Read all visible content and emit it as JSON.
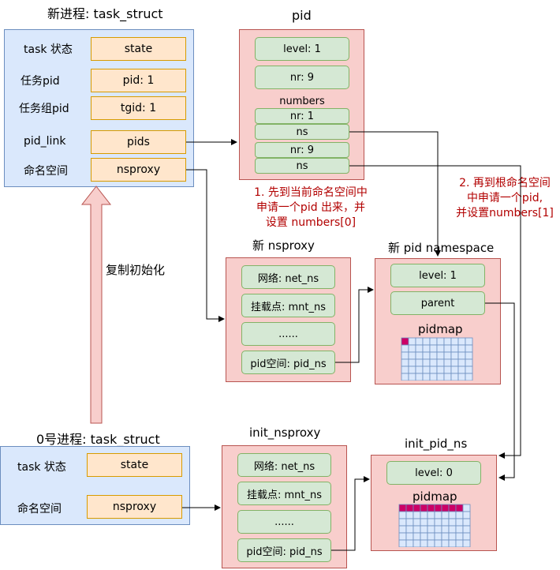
{
  "new_task": {
    "title": "新进程: task_struct",
    "rows": [
      {
        "label": "task 状态",
        "value": "state"
      },
      {
        "label": "任务pid",
        "value": "pid: 1"
      },
      {
        "label": "任务组pid",
        "value": "tgid: 1"
      },
      {
        "label": "pid_link",
        "value": "pids"
      },
      {
        "label": "命名空间",
        "value": "nsproxy"
      }
    ]
  },
  "pid_struct": {
    "title": "pid",
    "level": "level: 1",
    "nr": "nr: 9",
    "numbers_label": "numbers",
    "numbers": [
      {
        "nr": "nr: 1",
        "ns": "ns"
      },
      {
        "nr": "nr: 9",
        "ns": "ns"
      }
    ]
  },
  "notes": {
    "first": [
      "1. 先到当前命名空间中",
      "申请一个pid 出来，并",
      "设置 numbers[0]"
    ],
    "second": [
      "2. 再到根命名空间",
      "中申请一个pid,",
      "并设置numbers[1]"
    ],
    "copy": "复制初始化"
  },
  "new_nsproxy": {
    "title": "新 nsproxy",
    "items": [
      "网络: net_ns",
      "挂载点: mnt_ns",
      "......",
      "pid空间: pid_ns"
    ]
  },
  "new_pid_ns": {
    "title": "新 pid namespace",
    "level": "level: 1",
    "parent": "parent",
    "pidmap_label": "pidmap"
  },
  "init_task": {
    "title": "0号进程: task_struct",
    "rows": [
      {
        "label": "task 状态",
        "value": "state"
      },
      {
        "label": "命名空间",
        "value": "nsproxy"
      }
    ]
  },
  "init_nsproxy": {
    "title": "init_nsproxy",
    "items": [
      "网络: net_ns",
      "挂载点: mnt_ns",
      "......",
      "pid空间: pid_ns"
    ]
  },
  "init_pid_ns": {
    "title": "init_pid_ns",
    "level": "level: 0",
    "pidmap_label": "pidmap"
  },
  "colors": {
    "accent_red": "#b20000",
    "pidmap_used": "#cc0066",
    "pidmap_free": "#dae8fc"
  },
  "pidmap_state": {
    "new_used_cells": 1,
    "init_used_cells": 9
  }
}
